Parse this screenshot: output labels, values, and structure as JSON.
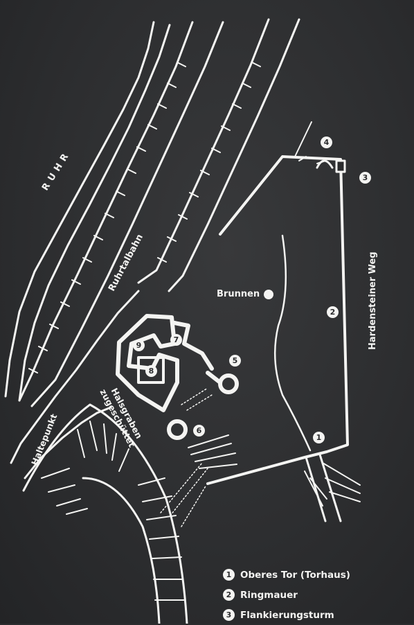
{
  "map": {
    "labels": {
      "river": "RUHR",
      "railway": "Ruhrtalbahn",
      "well": "Brunnen",
      "road": "Hardensteiner Weg",
      "moat_line1": "Halsgraben",
      "moat_line2": "zugeschüttet",
      "stop": "Haltepunkt"
    },
    "markers": [
      "1",
      "2",
      "3",
      "4",
      "5",
      "6",
      "7",
      "8",
      "9"
    ],
    "legend": [
      {
        "num": "1",
        "label": "Oberes Tor (Torhaus)"
      },
      {
        "num": "2",
        "label": "Ringmauer"
      },
      {
        "num": "3",
        "label": "Flankierungsturm"
      }
    ],
    "colors": {
      "board": "#2b2c2e",
      "ink": "#f4f4f2"
    }
  }
}
